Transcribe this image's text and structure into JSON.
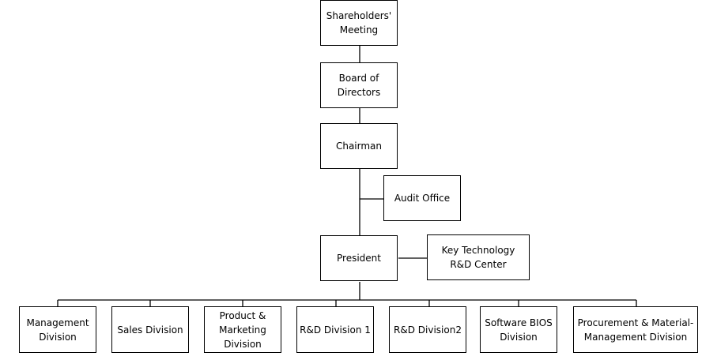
{
  "org_chart": {
    "shareholders": "Shareholders' Meeting",
    "board": "Board of Directors",
    "chairman": "Chairman",
    "audit": "Audit Office",
    "president": "President",
    "key_tech": "Key Technology R&D Center",
    "divisions": [
      "Management Division",
      "Sales Division",
      "Product & Marketing Division",
      "R&D Division 1",
      "R&D Division2",
      "Software BIOS Division",
      "Procurement & Material-Management Division"
    ]
  }
}
